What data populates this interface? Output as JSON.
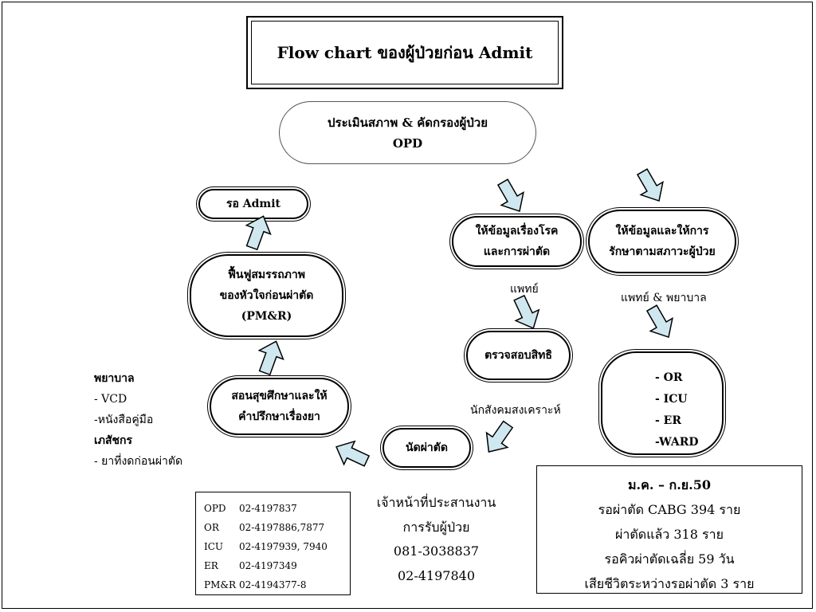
{
  "title": "Flow chart  ของผู้ป่วยก่อน Admit",
  "nodes": {
    "assess_line1": "ประเมินสภาพ  &  คัดกรองผู้ป่วย",
    "assess_line2": "OPD",
    "info_disease_line1": "ให้ข้อมูลเรื่องโรค",
    "info_disease_line2": "และการผ่าตัด",
    "info_treat_line1": "ให้ข้อมูลและให้การ",
    "info_treat_line2": "รักษาตามสภาวะผู้ป่วย",
    "check_rights": "ตรวจสอบสิทธิ",
    "wards": [
      "- OR",
      "- ICU",
      "- ER",
      "-WARD"
    ],
    "appointment": "นัดผ่าตัด",
    "education_line1": "สอนสุขศึกษาและให้",
    "education_line2": "คำปรึกษาเรื่องยา",
    "rehab_line1": "ฟื้นฟูสมรรถภาพ",
    "rehab_line2": "ของหัวใจก่อนผ่าตัด",
    "rehab_line3": "(PM&R)",
    "wait_admit": "รอ  Admit"
  },
  "labels": {
    "doctor": "แพทย์",
    "doctor_nurse": "แพทย์ & พยาบาล",
    "social_worker": "นักสังคมสงเคราะห์"
  },
  "side_notes": {
    "nurse_heading": "พยาบาล",
    "nurse_items": [
      "- VCD",
      "-หนังสือคู่มือ"
    ],
    "pharm_heading": "เภสัชกร",
    "pharm_items": [
      "- ยาที่งดก่อนผ่าตัด"
    ]
  },
  "coordinator": {
    "line1": "เจ้าหน้าที่ประสานงาน",
    "line2": "การรับผู้ป่วย",
    "phone1": "081-3038837",
    "phone2": "02-4197840"
  },
  "contacts": [
    {
      "unit": "OPD",
      "phone": "02-4197837"
    },
    {
      "unit": "OR",
      "phone": "02-4197886,7877"
    },
    {
      "unit": "ICU",
      "phone": "02-4197939, 7940"
    },
    {
      "unit": "ER",
      "phone": "02-4197349"
    },
    {
      "unit": "PM&R",
      "phone": "02-4194377-8"
    }
  ],
  "stats": {
    "period": "ม.ค. – ก.ย.50",
    "rows": [
      "รอผ่าตัด CABG    394  ราย",
      "ผ่าตัดแล้ว              318  ราย",
      "รอคิวผ่าตัดเฉลี่ย       59  วัน",
      "เสียชีวิตระหว่างรอผ่าตัด  3  ราย"
    ]
  },
  "colors": {
    "arrow_fill": "#cfe8ef",
    "arrow_stroke": "#000000",
    "border": "#000000"
  }
}
